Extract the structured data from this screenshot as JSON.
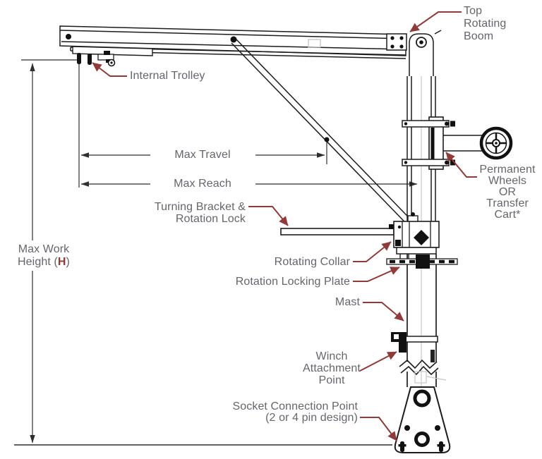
{
  "colors": {
    "leader-red": "#8e3b3a",
    "label-gray": "#64666b",
    "line-black": "#1c1c1c"
  },
  "labels": {
    "top_rotating_boom": {
      "lines": [
        "Top",
        "Rotating",
        "Boom"
      ]
    },
    "internal_trolley": {
      "text": "Internal Trolley"
    },
    "max_travel": {
      "text": "Max Travel"
    },
    "max_reach": {
      "text": "Max Reach"
    },
    "turning_bracket": {
      "lines": [
        "Turning Bracket &",
        "Rotation Lock"
      ]
    },
    "rotating_collar": {
      "text": "Rotating Collar"
    },
    "rotation_locking_plate": {
      "text": "Rotation Locking Plate"
    },
    "mast": {
      "text": "Mast"
    },
    "winch_attachment_point": {
      "lines": [
        "Winch",
        "Attachment",
        "Point"
      ]
    },
    "socket_connection_point": {
      "lines": [
        "Socket Connection Point",
        "(2 or 4 pin design)"
      ]
    },
    "max_work_height": {
      "line1": "Max Work",
      "line2_prefix": "Height (",
      "symbol": "H",
      "line2_suffix": ")"
    },
    "permanent_wheels": {
      "lines": [
        "Permanent",
        "Wheels",
        "OR",
        "Transfer",
        "Cart*"
      ]
    }
  }
}
